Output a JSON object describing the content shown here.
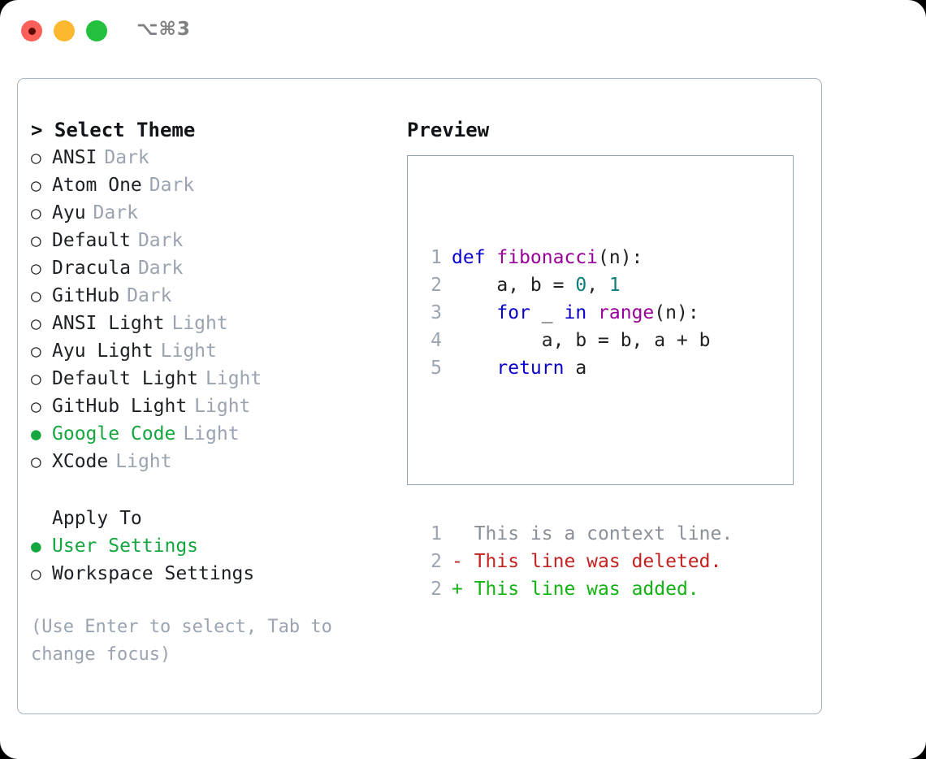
{
  "titlebar": {
    "shortcut": "⌥⌘3",
    "lights": [
      "close-red",
      "minimize-yellow",
      "maximize-green"
    ]
  },
  "theme_picker": {
    "heading": "> Select Theme",
    "heading_caret": ">",
    "heading_text": "Select Theme",
    "bullet_selected": "●",
    "bullet_unselected": "○",
    "selected_theme": "Google Code",
    "items": [
      {
        "label": "ANSI",
        "category": "Dark",
        "selected": false
      },
      {
        "label": "Atom One",
        "category": "Dark",
        "selected": false
      },
      {
        "label": "Ayu",
        "category": "Dark",
        "selected": false
      },
      {
        "label": "Default",
        "category": "Dark",
        "selected": false
      },
      {
        "label": "Dracula",
        "category": "Dark",
        "selected": false
      },
      {
        "label": "GitHub",
        "category": "Dark",
        "selected": false
      },
      {
        "label": "ANSI Light",
        "category": "Light",
        "selected": false
      },
      {
        "label": "Ayu Light",
        "category": "Light",
        "selected": false
      },
      {
        "label": "Default Light",
        "category": "Light",
        "selected": false
      },
      {
        "label": "GitHub Light",
        "category": "Light",
        "selected": false
      },
      {
        "label": "Google Code",
        "category": "Light",
        "selected": true
      },
      {
        "label": "XCode",
        "category": "Light",
        "selected": false
      }
    ]
  },
  "apply_to": {
    "heading": "Apply To",
    "selected_option": "User Settings",
    "options": [
      {
        "label": "User Settings",
        "selected": true
      },
      {
        "label": "Workspace Settings",
        "selected": false
      }
    ]
  },
  "hint": "(Use Enter to select, Tab to change focus)",
  "preview": {
    "title": "Preview",
    "code_lines": [
      {
        "num": "1",
        "tokens": [
          {
            "t": "def ",
            "c": "kw"
          },
          {
            "t": "fibonacci",
            "c": "fn"
          },
          {
            "t": "(n):",
            "c": "pl"
          }
        ]
      },
      {
        "num": "2",
        "tokens": [
          {
            "t": "    a, b = ",
            "c": "pl"
          },
          {
            "t": "0",
            "c": "num"
          },
          {
            "t": ", ",
            "c": "pl"
          },
          {
            "t": "1",
            "c": "num"
          }
        ]
      },
      {
        "num": "3",
        "tokens": [
          {
            "t": "    for ",
            "c": "kw"
          },
          {
            "t": "_ ",
            "c": "pl"
          },
          {
            "t": "in ",
            "c": "kw"
          },
          {
            "t": "range",
            "c": "fn"
          },
          {
            "t": "(n):",
            "c": "pl"
          }
        ]
      },
      {
        "num": "4",
        "tokens": [
          {
            "t": "        a, b = b, a + b",
            "c": "pl"
          }
        ]
      },
      {
        "num": "5",
        "tokens": [
          {
            "t": "    return ",
            "c": "kw"
          },
          {
            "t": "a",
            "c": "pl"
          }
        ]
      }
    ],
    "diff_lines": [
      {
        "num": "1",
        "marker": "  ",
        "text": "This is a context line.",
        "kind": "ctx"
      },
      {
        "num": "2",
        "marker": "- ",
        "text": "This line was deleted.",
        "kind": "del"
      },
      {
        "num": "2",
        "marker": "+ ",
        "text": "This line was added.",
        "kind": "add"
      }
    ]
  },
  "colors": {
    "accent_green": "#16a63f",
    "muted": "#9aa3b0",
    "border": "#a8b2bd",
    "keyword": "#0a00cc",
    "function": "#990099",
    "number": "#0d7c7c",
    "diff_add": "#12b312",
    "diff_del": "#c32020"
  }
}
